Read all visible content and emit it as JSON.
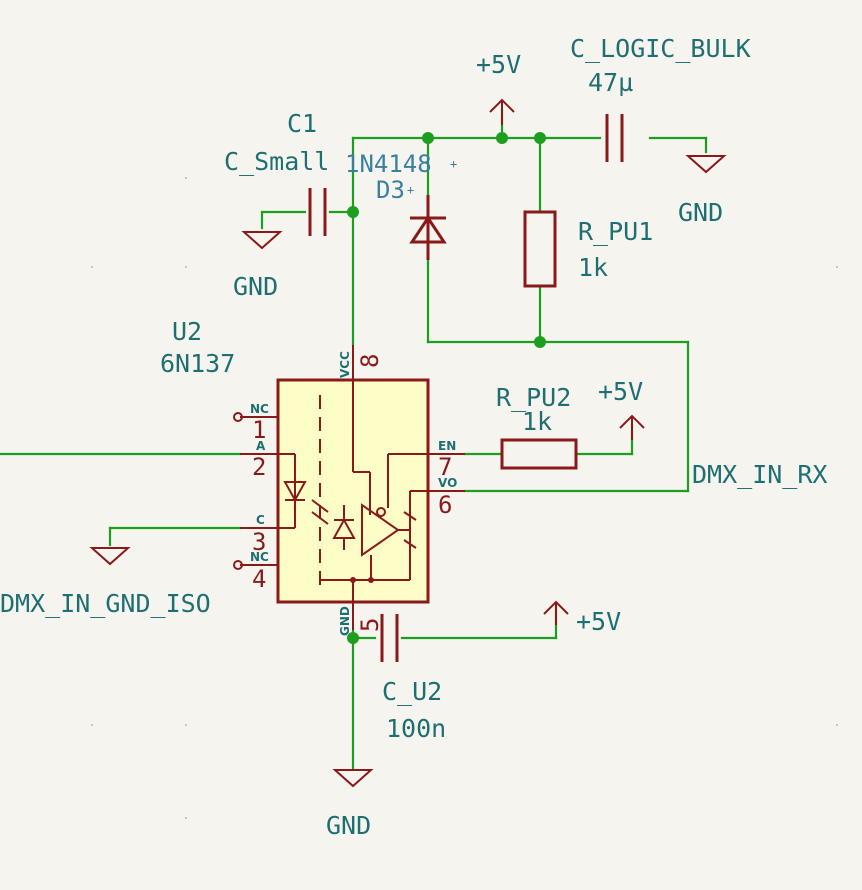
{
  "labels": {
    "c1_ref": "C1",
    "c1_value": "C_Small",
    "d3_value": "1N4148",
    "d3_ref": "D3",
    "cbulk_ref": "C_LOGIC_BULK",
    "cbulk_value": "47µ",
    "rpu1_ref": "R_PU1",
    "rpu1_value": "1k",
    "rpu2_ref": "R_PU2",
    "rpu2_value": "1k",
    "u2_ref": "U2",
    "u2_value": "6N137",
    "cu2_ref": "C_U2",
    "cu2_value": "100n"
  },
  "power": {
    "p5v_top": "+5V",
    "p5v_rpu2": "+5V",
    "p5v_cu2": "+5V",
    "gnd_c1": "GND",
    "gnd_bulk": "GND",
    "gnd_u2": "GND"
  },
  "nets": {
    "rx": "DMX_IN_RX",
    "gnd_iso": "DMX_IN_GND_ISO"
  },
  "pins": {
    "p1": "1",
    "p2": "2",
    "p3": "3",
    "p4": "4",
    "p5": "5",
    "p6": "6",
    "p7": "7",
    "p8": "8",
    "n1": "NC",
    "n2": "A",
    "n3": "C",
    "n4": "NC",
    "n5": "GND",
    "n6": "VO",
    "n7": "EN",
    "n8": "VCC"
  },
  "colors": {
    "wire": "#1e9e1e",
    "symbol": "#8a1a1a",
    "body_fill": "#fdfdc8",
    "label": "#1f6f72",
    "selection": "#3a7fa0"
  }
}
